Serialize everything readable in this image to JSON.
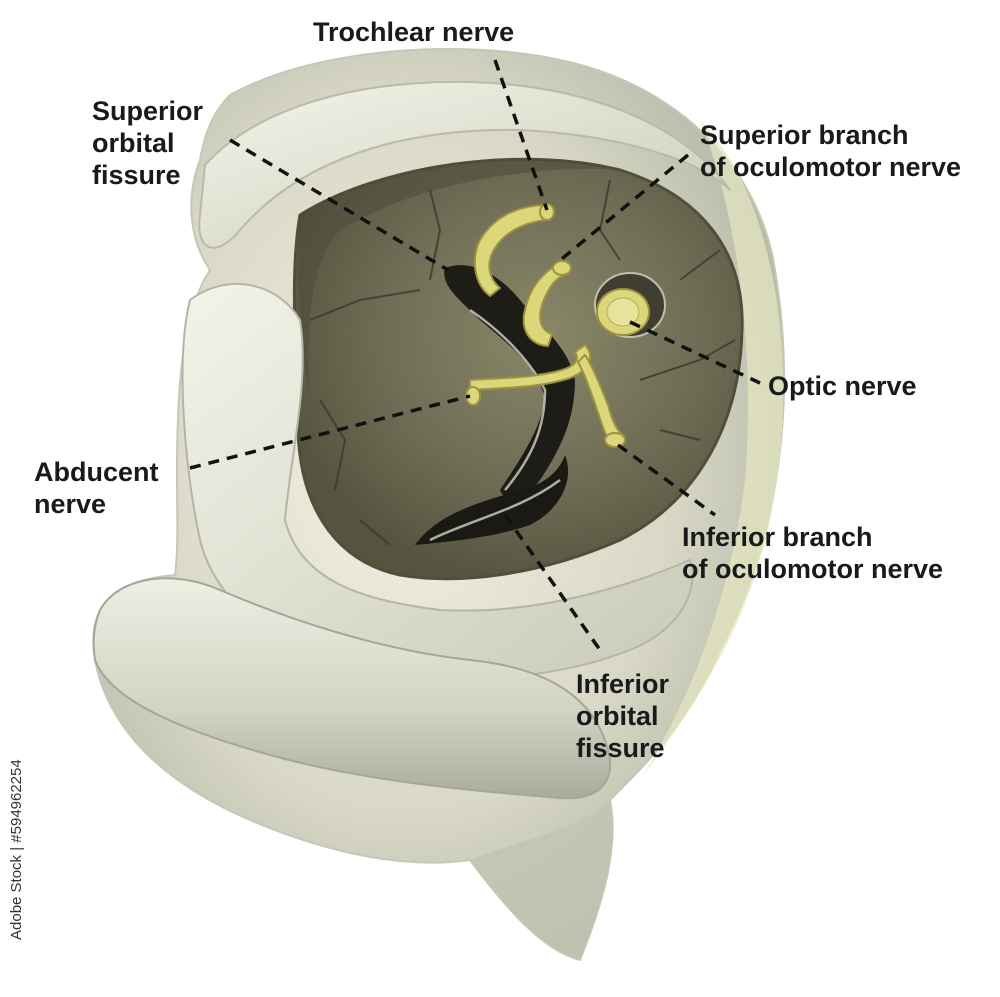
{
  "labels": {
    "trochlear_nerve": "Trochlear nerve",
    "superior_orbital_fissure": [
      "Superior",
      "orbital",
      "fissure"
    ],
    "superior_branch_oculomotor": [
      "Superior branch",
      "of oculomotor nerve"
    ],
    "optic_nerve": "Optic nerve",
    "abducent_nerve": [
      "Abducent",
      "nerve"
    ],
    "inferior_branch_oculomotor": [
      "Inferior branch",
      "of oculomotor nerve"
    ],
    "inferior_orbital_fissure": [
      "Inferior",
      "orbital",
      "fissure"
    ]
  },
  "watermark": {
    "stock_id": "Adobe Stock | #594962254"
  },
  "colors": {
    "bone_light": "#e8e6d6",
    "bone_shadow": "#8f9283",
    "orbit_interior": "#706e56",
    "fissure": "#1e1c17",
    "nerve": "#dcd77a",
    "nerve_outline": "#9a9440",
    "leader_line": "#111111"
  }
}
